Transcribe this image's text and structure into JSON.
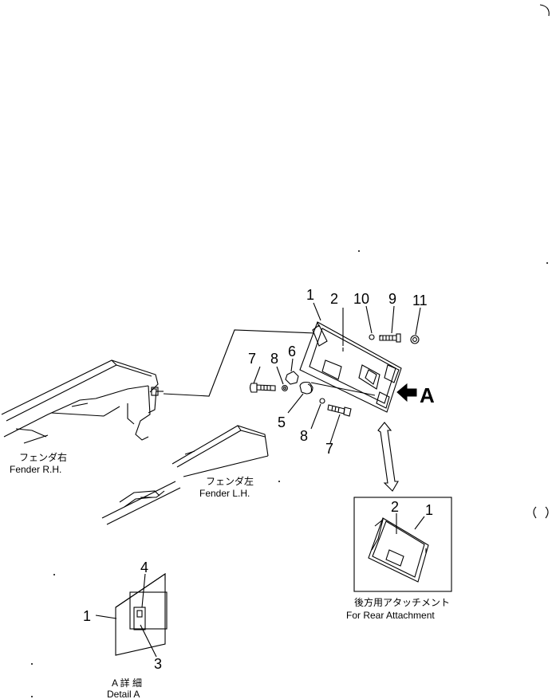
{
  "callouts": {
    "main_1": "1",
    "main_2": "2",
    "main_10": "10",
    "main_9": "9",
    "main_11": "11",
    "main_7_top": "7",
    "main_8_top": "8",
    "main_6": "6",
    "main_5": "5",
    "main_8_bottom": "8",
    "main_7_bottom": "7",
    "view_arrow": "A",
    "rear_2": "2",
    "rear_1": "1",
    "detail_4": "4",
    "detail_1": "1",
    "detail_3": "3"
  },
  "labels": {
    "fender_rh_jp": "フェンダ右",
    "fender_rh_en": "Fender R.H.",
    "fender_lh_jp": "フェンダ左",
    "fender_lh_en": "Fender L.H.",
    "rear_attachment_jp": "後方用アタッチメント",
    "rear_attachment_en": "For Rear Attachment",
    "detail_jp": "A  詳  細",
    "detail_en": "Detail A"
  }
}
